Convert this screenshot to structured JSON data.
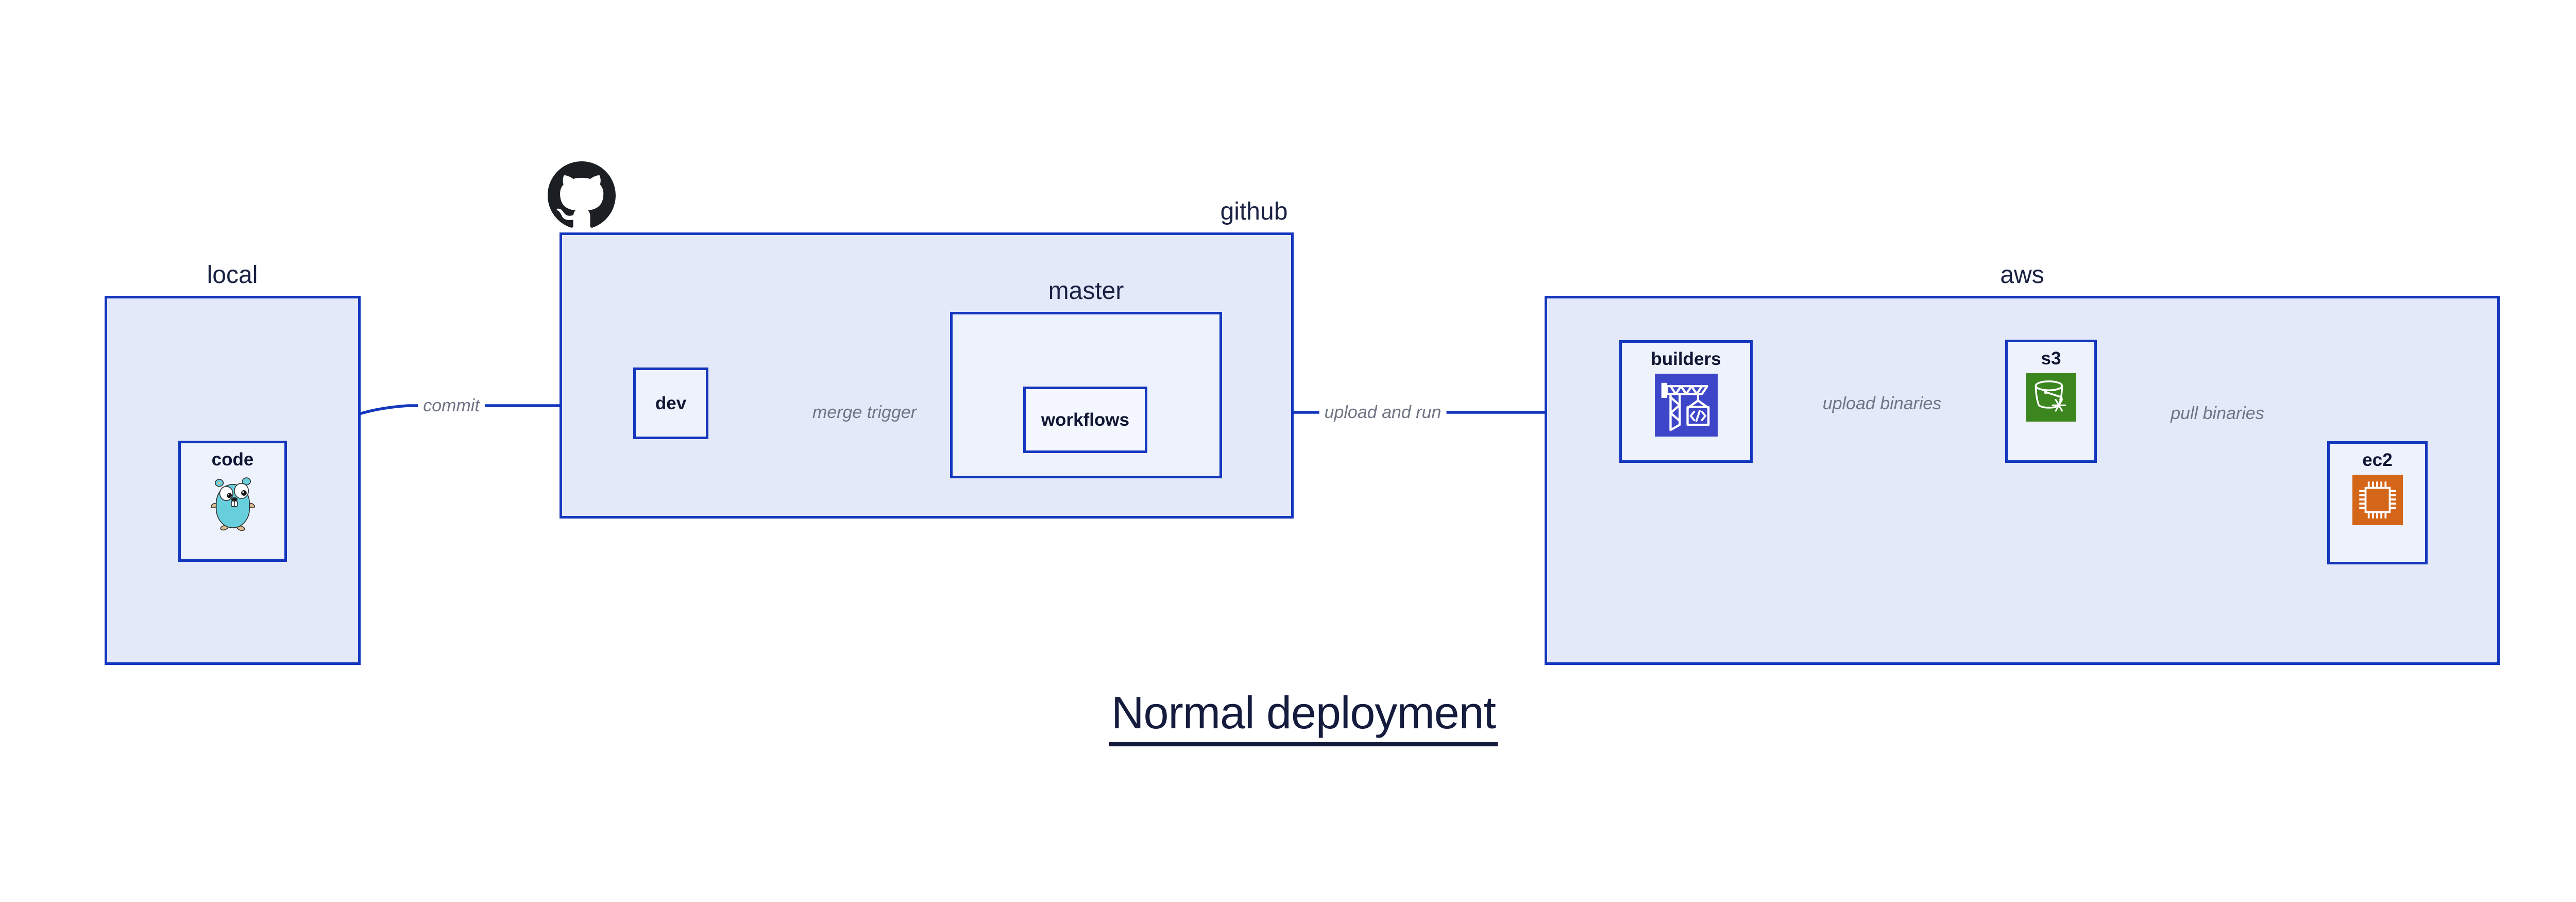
{
  "title": {
    "text": "Normal deployment"
  },
  "containers": {
    "local": {
      "label": "local"
    },
    "github": {
      "label": "github",
      "icon": "octocat-icon"
    },
    "master": {
      "label": "master"
    },
    "aws": {
      "label": "aws"
    }
  },
  "nodes": {
    "code": {
      "label": "code",
      "icon": "go-gopher-icon"
    },
    "dev": {
      "label": "dev"
    },
    "workflows": {
      "label": "workflows"
    },
    "builders": {
      "label": "builders",
      "icon": "codebuild-crane-icon"
    },
    "s3": {
      "label": "s3",
      "icon": "s3-bucket-snowflake-icon"
    },
    "ec2": {
      "label": "ec2",
      "icon": "ec2-chip-icon"
    }
  },
  "edges": {
    "commit": {
      "label": "commit",
      "from": "code",
      "to": "dev"
    },
    "merge_trigger": {
      "label": "merge trigger",
      "from": "dev",
      "to": "workflows"
    },
    "upload_and_run": {
      "label": "upload and run",
      "from": "workflows",
      "to": "builders"
    },
    "upload_binaries": {
      "label": "upload binaries",
      "from": "builders",
      "to": "s3"
    },
    "pull_binaries": {
      "label": "pull binaries",
      "from": "s3",
      "to": "ec2"
    }
  },
  "colors": {
    "edge_blue": "#1437BE",
    "container_fill": "#E3E9F9",
    "node_fill": "#EEF2FC",
    "workflows_fill": "#F4F7FD",
    "label_navy": "#141B3C",
    "edge_label_gray": "#6F7585",
    "codebuild_indigo": "#3D46C8",
    "s3_green": "#3C8620",
    "ec2_orange": "#D4661A",
    "octocat_black": "#1B1F23",
    "gopher_teal": "#67CEDC"
  }
}
